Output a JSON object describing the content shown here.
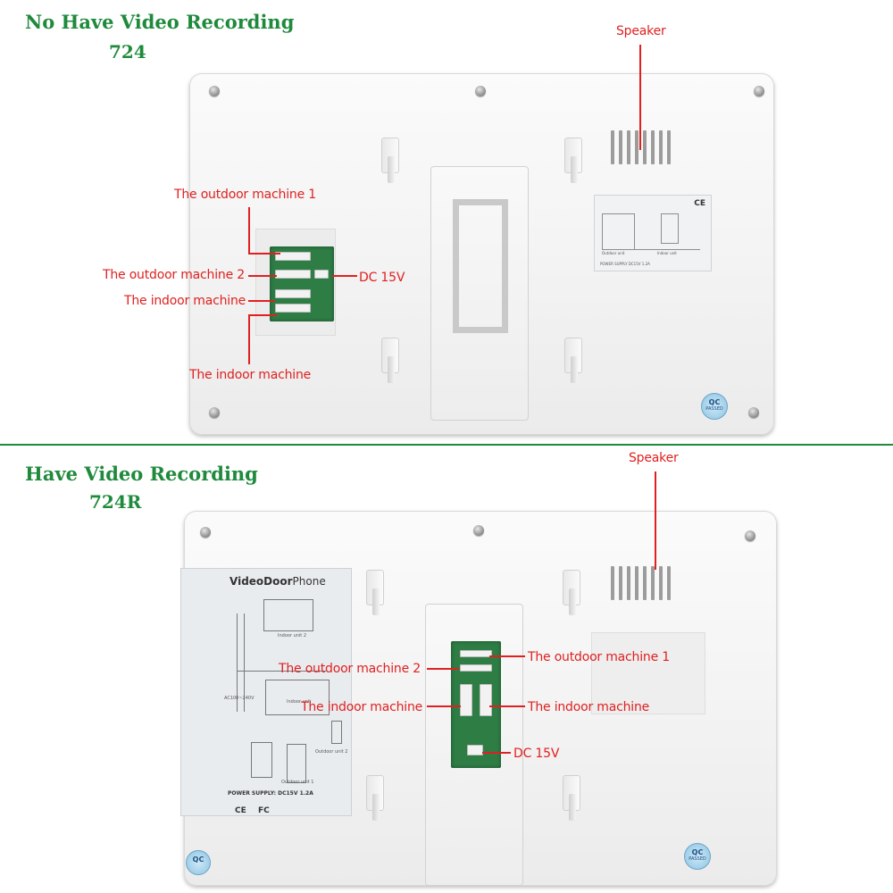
{
  "top": {
    "title": "No Have Video Recording",
    "model": "724",
    "labels": {
      "speaker": "Speaker",
      "outdoor1": "The outdoor machine 1",
      "outdoor2": "The outdoor machine 2",
      "indoor_a": "The indoor machine",
      "indoor_b": "The indoor machine",
      "dc": "DC 15V"
    },
    "qc_badge": {
      "line1": "QC",
      "line2": "PASSED"
    },
    "sticker": {
      "ce": "CE",
      "outdoor_unit": "Outdoor unit",
      "indoor_unit": "Indoor unit",
      "power": "POWER SUPPLY DC15V 1.2A"
    }
  },
  "bottom": {
    "title": "Have Video Recording",
    "model": "724R",
    "labels": {
      "speaker": "Speaker",
      "outdoor1": "The outdoor machine 1",
      "outdoor2": "The outdoor machine 2",
      "indoor_left": "The indoor machine",
      "indoor_right": "The indoor machine",
      "dc": "DC 15V"
    },
    "qc_badge": {
      "line1": "QC",
      "line2": "PASSED"
    },
    "label_card": {
      "brand_bold": "VideoDoor",
      "brand_light": "Phone",
      "indoor_unit_2": "Indoor unit 2",
      "indoor_unit": "Indoor unit",
      "outdoor_unit_2": "Outdoor unit 2",
      "outdoor_unit_1": "Outdoor unit 1",
      "ac": "AC100~240V",
      "power": "POWER SUPPLY: DC15V 1.2A",
      "ce": "CE",
      "fc": "FC"
    }
  },
  "colors": {
    "accent_green": "#1f8a3c",
    "label_red": "#e02020"
  }
}
